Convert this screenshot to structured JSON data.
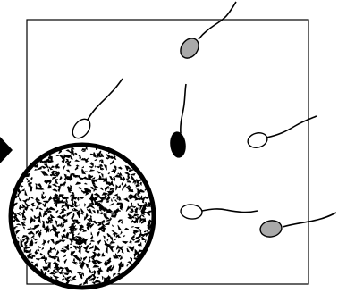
{
  "figure": {
    "frame": {
      "shape": "rectangle"
    },
    "pointer": {
      "icon": "triangle-arrow-right-icon",
      "color": "#000000"
    },
    "egg": {
      "icon": "textured-circle-icon",
      "fill": "#ffffff",
      "speckle_color": "#000000"
    },
    "sperm_cells": [
      {
        "id": "gray-top",
        "head_fill": "#a9a9a9"
      },
      {
        "id": "white-left",
        "head_fill": "#ffffff"
      },
      {
        "id": "black-center",
        "head_fill": "#000000"
      },
      {
        "id": "white-right",
        "head_fill": "#ffffff"
      },
      {
        "id": "white-bottom",
        "head_fill": "#ffffff"
      },
      {
        "id": "gray-bottom-right",
        "head_fill": "#a9a9a9"
      }
    ]
  }
}
